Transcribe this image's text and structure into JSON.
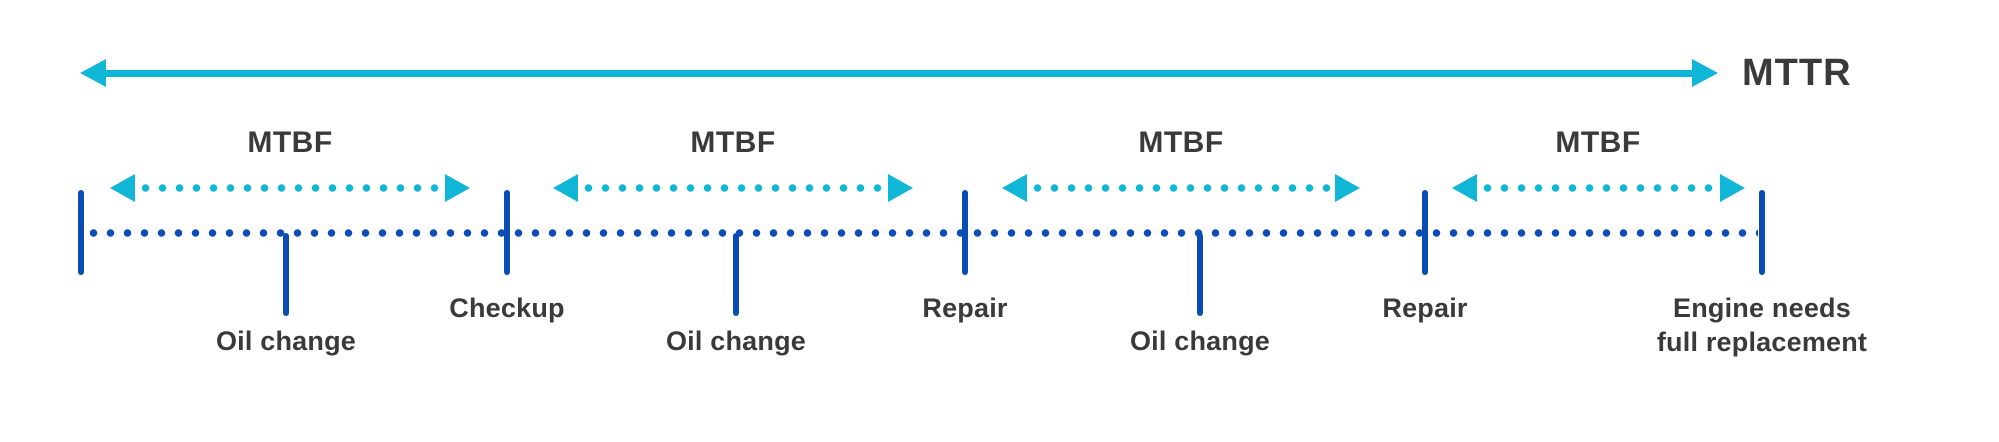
{
  "colors": {
    "cyan": "#0fb6d6",
    "blue": "#0b4db3",
    "text": "#3a3a3a"
  },
  "top_arrow": {
    "label": "MTTR"
  },
  "mtbf_segments": [
    {
      "label": "MTBF"
    },
    {
      "label": "MTBF"
    },
    {
      "label": "MTBF"
    },
    {
      "label": "MTBF"
    }
  ],
  "events": [
    {
      "label": "Oil change"
    },
    {
      "label": "Checkup"
    },
    {
      "label": "Oil change"
    },
    {
      "label": "Repair"
    },
    {
      "label": "Oil change"
    },
    {
      "label": "Repair"
    },
    {
      "label": "Engine needs full replacement",
      "lines": [
        "Engine needs",
        "full replacement"
      ]
    }
  ]
}
